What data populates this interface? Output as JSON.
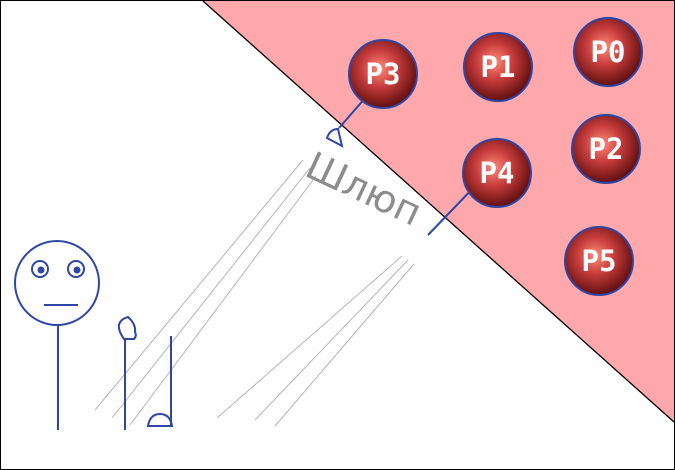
{
  "colors": {
    "zone_fill": "#ffa8ac",
    "border": "#000000",
    "stroke": "#2e46a6",
    "ball_dark": "#5a0c0c",
    "ball_mid": "#c73c3c",
    "ball_light": "#ff8a7a",
    "ball_text": "#ffffff",
    "gate_text": "#8c8c8c",
    "beam": "#b4b4b4"
  },
  "gate_label": "Шлюп",
  "processes": [
    {
      "id": "p0",
      "label": "P0"
    },
    {
      "id": "p1",
      "label": "P1"
    },
    {
      "id": "p2",
      "label": "P2"
    },
    {
      "id": "p3",
      "label": "P3"
    },
    {
      "id": "p4",
      "label": "P4"
    },
    {
      "id": "p5",
      "label": "P5"
    }
  ]
}
